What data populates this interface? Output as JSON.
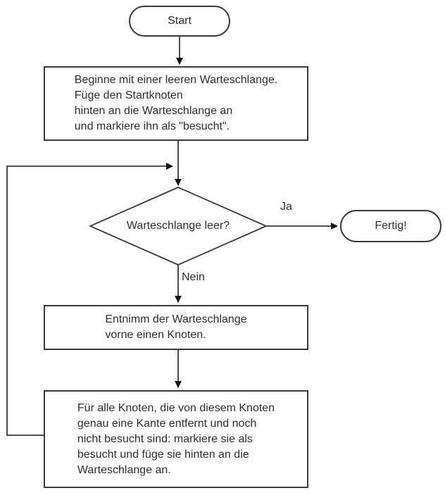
{
  "colors": {
    "stroke": "#3a3a3a",
    "arrow": "#111111",
    "text": "#2f2f2f",
    "node_fill": "#ffffff",
    "background": "#ffffff"
  },
  "nodes": {
    "start": {
      "label": "Start"
    },
    "queue_init": {
      "lines": [
        "Beginne mit einer leeren Warteschlange.",
        "Füge den Startknoten",
        "hinten an die Warteschlange an",
        "und markiere ihn als \"besucht\"."
      ]
    },
    "decision": {
      "label": "Warteschlange leer?"
    },
    "done": {
      "label": "Fertig!"
    },
    "dequeue": {
      "lines": [
        "Entnimm der Warteschlange",
        "vorne einen Knoten."
      ]
    },
    "expand_neighbors": {
      "lines": [
        "Für alle Knoten, die von diesem Knoten",
        "genau eine Kante entfernt und noch",
        "nicht besucht sind: markiere sie als",
        "besucht und füge sie hinten an die",
        "Warteschlange an."
      ]
    }
  },
  "edge_labels": {
    "yes": "Ja",
    "no": "Nein"
  }
}
